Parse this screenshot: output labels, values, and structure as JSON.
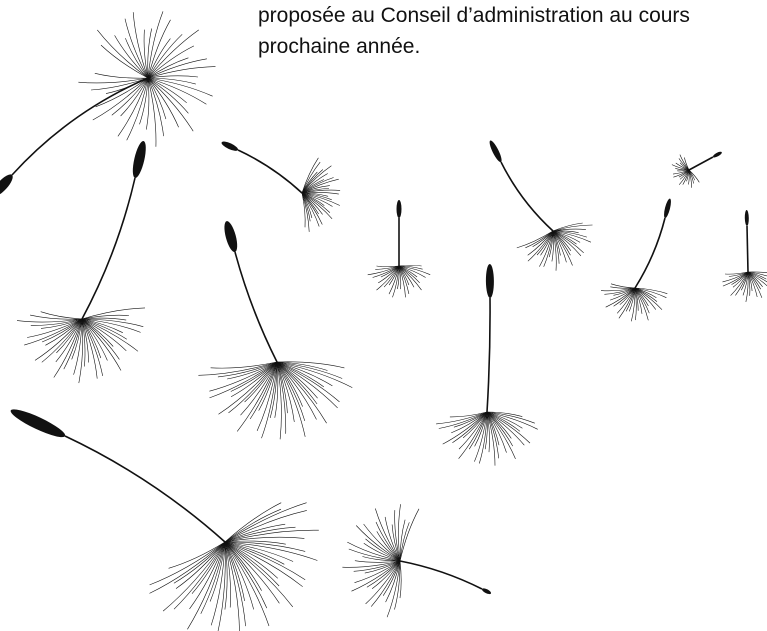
{
  "document": {
    "paragraph_lines": [
      "proposée au Conseil d’administration au cours",
      "prochaine année."
    ]
  },
  "illustration": {
    "subject": "dandelion-seeds",
    "ink_color": "#111111"
  }
}
